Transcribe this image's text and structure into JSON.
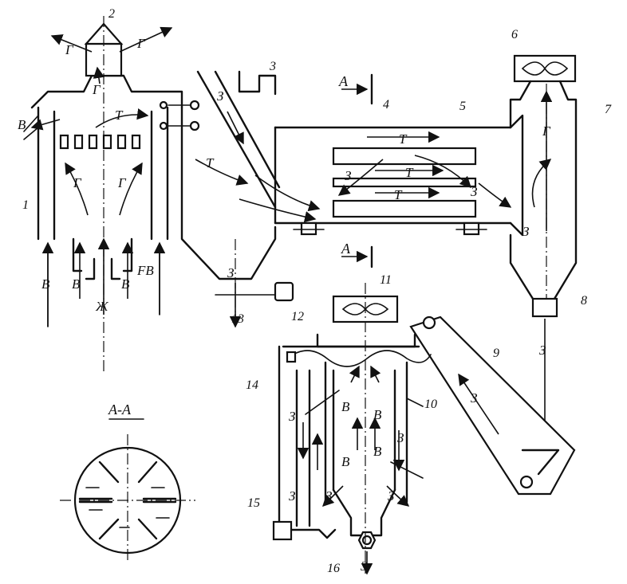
{
  "callouts": {
    "n1": "1",
    "n2": "2",
    "n3": "3",
    "n4": "4",
    "n5": "5",
    "n6": "6",
    "n7": "7",
    "n8": "8",
    "n9": "9",
    "n10": "10",
    "n11": "11",
    "n12": "12",
    "n13": "13",
    "n14": "14",
    "n15": "15",
    "n16": "16"
  },
  "flow_labels": {
    "gas": "Г",
    "air": "В",
    "heat": "Т",
    "grain": "З",
    "fuel": "Ж",
    "fuel_air": "FB"
  },
  "section": {
    "marker": "А",
    "title": "А-А"
  }
}
